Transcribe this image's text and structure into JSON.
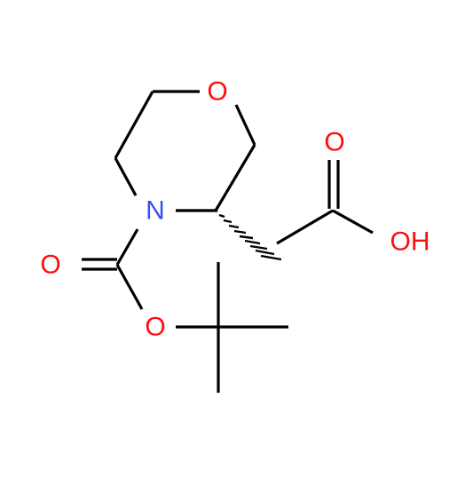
{
  "molecule": {
    "atoms": {
      "ring_oxygen": "O",
      "ring_nitrogen": "N",
      "acid_carbonyl_oxygen": "O",
      "acid_hydroxyl": "OH",
      "boc_carbonyl_oxygen": "O",
      "boc_ester_oxygen": "O"
    },
    "colors": {
      "bond": "#000000",
      "oxygen": "#ff0d0d",
      "nitrogen": "#3050f8",
      "background": "#ffffff"
    }
  }
}
